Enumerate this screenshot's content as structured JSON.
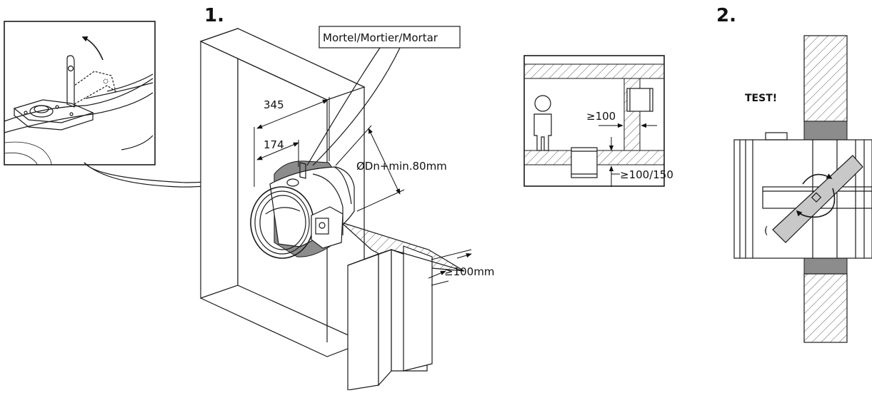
{
  "steps": {
    "step1": "1.",
    "step2": "2."
  },
  "labels": {
    "mortar": "Mortel/Mortier/Mortar",
    "dim_345": "345",
    "dim_174": "174",
    "diameter": "ØDn+min.80mm",
    "wall_gap": "≥100mm",
    "room_gap": "≥100",
    "floor_gap": "≥100/150",
    "test": "TEST!"
  },
  "colors": {
    "line": "#1a1a1a",
    "mortar_band": "#8c8c8c",
    "blade": "#c8c8c8",
    "background": "#ffffff"
  }
}
